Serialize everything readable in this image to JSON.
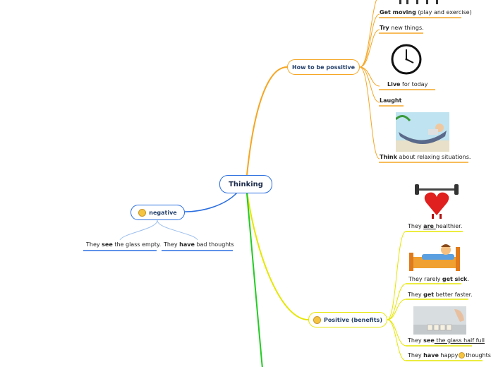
{
  "central": {
    "label": "Thinking"
  },
  "positive_node": {
    "label": "How to be possitive"
  },
  "benefits_node": {
    "label": "Positive (benefits)",
    "icon": "grinning-face-icon"
  },
  "negative_node": {
    "label": "negative",
    "icon": "confused-face-icon"
  },
  "positive_items": [
    {
      "bold": "Get moving",
      "rest": " (play and exercise)"
    },
    {
      "bold": "Try",
      "rest": " new things."
    },
    {
      "bold": "Live",
      "rest": " for today"
    },
    {
      "bold": "Laught",
      "rest": ""
    },
    {
      "bold": "Think",
      "rest": " about relaxing situations."
    }
  ],
  "benefit_items": [
    {
      "pre": "They ",
      "bold": "are ",
      "rest": " healthier."
    },
    {
      "pre": "They rarely ",
      "bold": "get sick",
      "rest": "."
    },
    {
      "pre": "They ",
      "bold": "get",
      "rest": " better faster."
    },
    {
      "pre": "They ",
      "bold": "see",
      "rest": " the glass half full"
    },
    {
      "pre": "They ",
      "bold": "have",
      "rest": " happy",
      "tail": "thoughts"
    }
  ],
  "negative_items": [
    {
      "pre": "They ",
      "bold": "see",
      "rest": " the glass empty."
    },
    {
      "pre": "They ",
      "bold": "have",
      "rest": " bad thoughts"
    }
  ],
  "colors": {
    "orange": "#f5a623",
    "yellow": "#e6e600",
    "blue": "#2a6ee0",
    "green": "#22cc22"
  }
}
